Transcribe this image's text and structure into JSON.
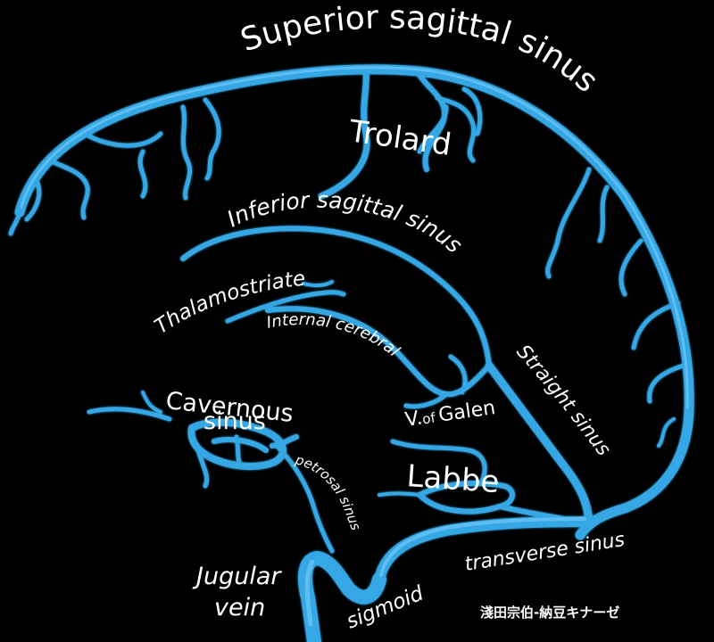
{
  "colors": {
    "background": "#000000",
    "vessel": "#35a7e4",
    "vessel_highlight": "#7fd1ff",
    "vessel_dark": "#1a6fa8",
    "label": "#ffffff"
  },
  "labels": {
    "superior_sagittal": "Superior sagittal sinus",
    "trolard": "Trolard",
    "inferior_sagittal": "Inferior sagittal sinus",
    "thalamostriate": "Thalamostriate",
    "internal_cerebral": "Internal cerebral",
    "cavernous_1": "Cavernous",
    "cavernous_2": "sinus",
    "galen_v": "V.",
    "galen_of": "of",
    "galen_name": "Galen",
    "straight": "Straight sinus",
    "petrosal": "petrosal sinus",
    "labbe": "Labbe",
    "jugular_1": "Jugular",
    "jugular_2": "vein",
    "sigmoid": "sigmoid",
    "transverse": "transverse sinus"
  },
  "credit": "淺田宗伯-納豆キナーゼ"
}
